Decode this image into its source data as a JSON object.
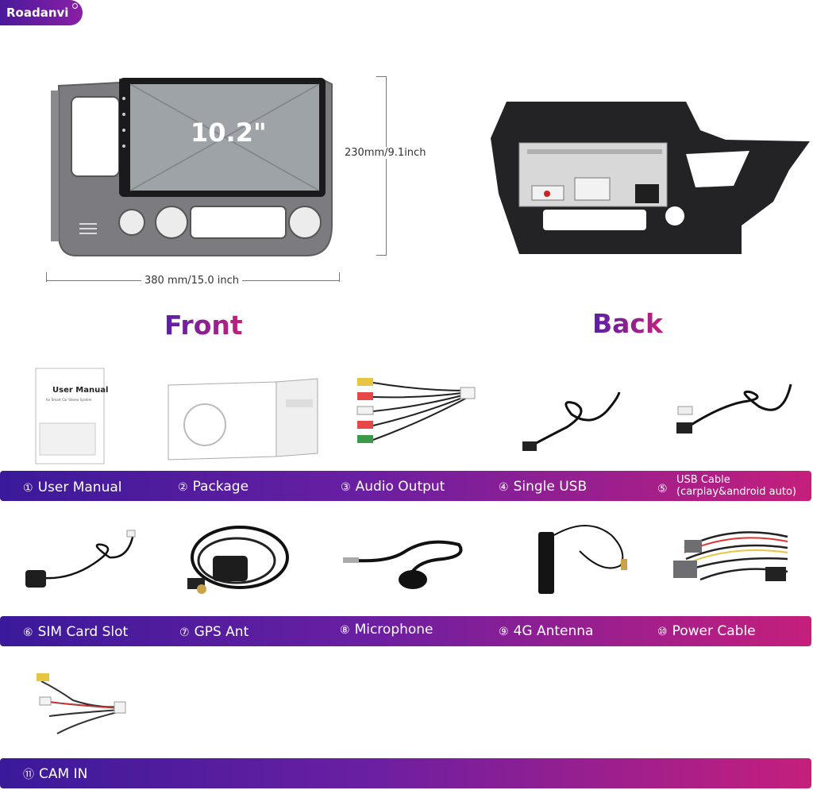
{
  "brand": {
    "name": "Roadanvi"
  },
  "front": {
    "title": "Front",
    "screen_size": "10.2\"",
    "height_dim": "230mm/9.1inch",
    "width_dim": "380 mm/15.0 inch"
  },
  "back": {
    "title": "Back"
  },
  "accessories": [
    {
      "num": "①",
      "label": "User Manual",
      "manual_title": "User Manual",
      "manual_sub": "for Smart Car Stereo System"
    },
    {
      "num": "②",
      "label": "Package"
    },
    {
      "num": "③",
      "label": "Audio Output"
    },
    {
      "num": "④",
      "label": "Single USB"
    },
    {
      "num": "⑤",
      "label": "USB Cable",
      "label_sub": "(carplay&android auto)"
    },
    {
      "num": "⑥",
      "label": "SIM Card Slot"
    },
    {
      "num": "⑦",
      "label": "GPS  Ant"
    },
    {
      "num": "⑧",
      "label": "Microphone"
    },
    {
      "num": "⑨",
      "label": "4G Antenna"
    },
    {
      "num": "⑩",
      "label": "Power Cable"
    },
    {
      "num": "⑪",
      "label": "CAM IN"
    }
  ],
  "colors": {
    "band_start": "#3a1a9a",
    "band_mid": "#6a1fa2",
    "band_end": "#c51f7c",
    "title_start": "#5a1fa5",
    "title_end": "#c0227a"
  }
}
